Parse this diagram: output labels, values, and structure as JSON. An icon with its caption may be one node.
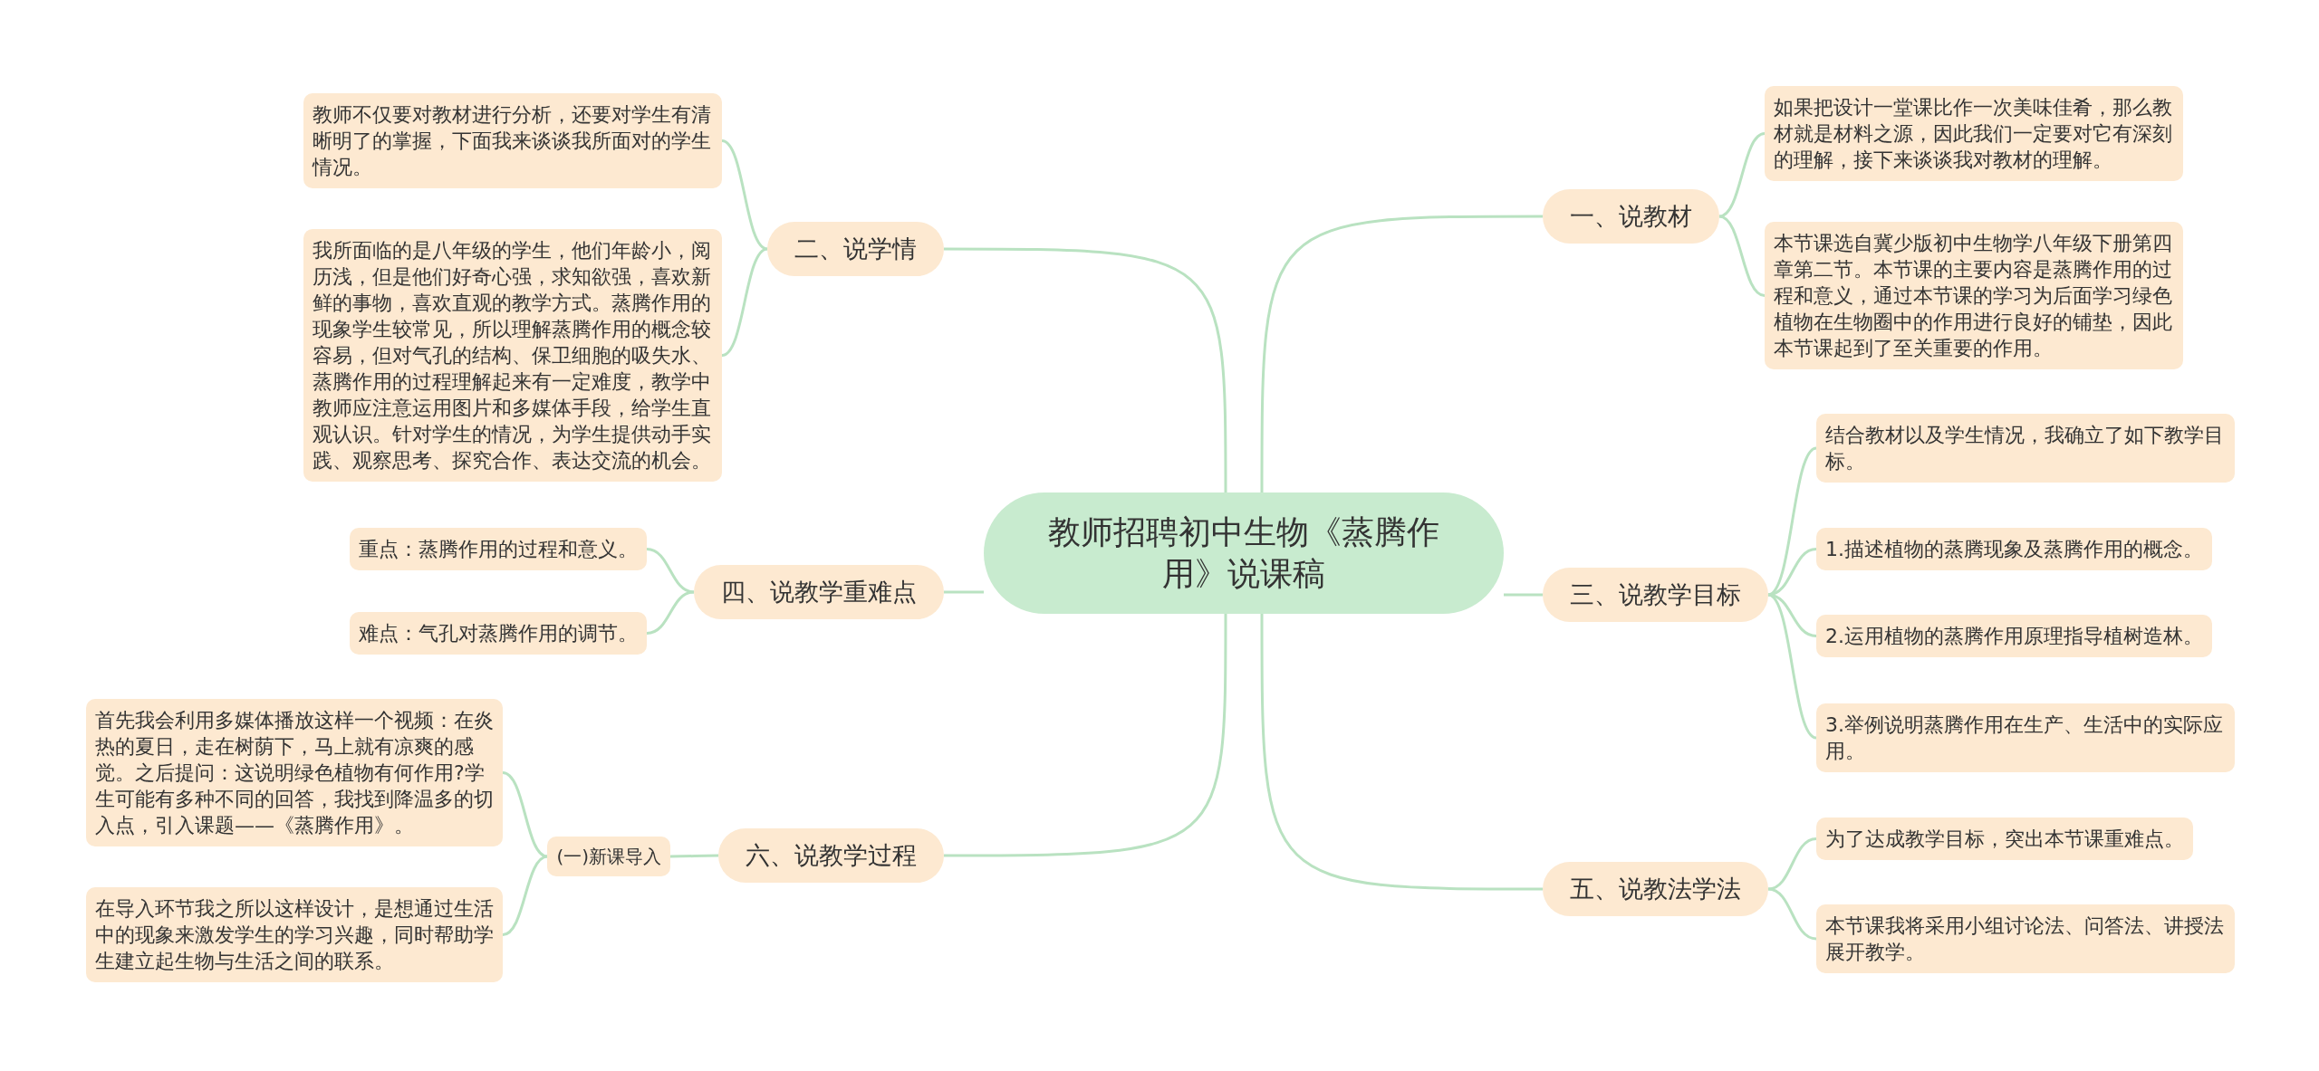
{
  "diagram": {
    "nodes": [
      {
        "text": [
          "教师招聘初中生物《蒸腾作用》说课稿"
        ]
      },
      {
        "text": [
          "一、说教材"
        ]
      },
      {
        "text": [
          "如果把设计一堂课比作一次美味佳肴，那么教材就是材料之源，因此我们一定要对它有深刻的理解，接下来谈谈我对教材的理解。"
        ]
      },
      {
        "text": [
          "本节课选自冀少版初中生物学八年级下册第四章第二节。本节课的主要内容是蒸腾作用的过程和意义，通过本节课的学习为后面学习绿色植物在生物圈中的作用进行良好的铺垫，因此本节课起到了至关重要的作用。"
        ]
      },
      {
        "text": [
          "二、说学情"
        ]
      },
      {
        "text": [
          "教师不仅要对教材进行分析，还要对学生有清晰明了的掌握，下面我来谈谈我所面对的学生情况。"
        ]
      },
      {
        "text": [
          "我所面临的是八年级的学生，他们年龄小，阅历浅，但是他们好奇心强，求知欲强，喜欢新鲜的事物，喜欢直观的教学方式。蒸腾作用的现象学生较常见，所以理解蒸腾作用的概念较容易，但对气孔的结构、保卫细胞的吸失水、蒸腾作用的过程理解起来有一定难度，教学中教师应注意运用图片和多媒体手段，给学生直观认识。针对学生的情况，为学生提供动手实践、观察思考、探究合作、表达交流的机会。"
        ]
      },
      {
        "text": [
          "三、说教学目标"
        ]
      },
      {
        "text": [
          "结合教材以及学生情况，我确立了如下教学目标。"
        ]
      },
      {
        "text": [
          "1.描述植物的蒸腾现象及蒸腾作用的概念。"
        ]
      },
      {
        "text": [
          "2.运用植物的蒸腾作用原理指导植树造林。"
        ]
      },
      {
        "text": [
          "3.举例说明蒸腾作用在生产、生活中的实际应用。"
        ]
      },
      {
        "text": [
          "四、说教学重难点"
        ]
      },
      {
        "text": [
          "重点：蒸腾作用的过程和意义。"
        ]
      },
      {
        "text": [
          "难点：气孔对蒸腾作用的调节。"
        ]
      },
      {
        "text": [
          "五、说教法学法"
        ]
      },
      {
        "text": [
          "为了达成教学目标，突出本节课重难点。"
        ]
      },
      {
        "text": [
          "本节课我将采用小组讨论法、问答法、讲授法展开教学。"
        ]
      },
      {
        "text": [
          "六、说教学过程"
        ]
      },
      {
        "text": [
          "(一)新课导入"
        ]
      },
      {
        "text": [
          "首先我会利用多媒体播放这样一个视频：在炎热的夏日，走在树荫下，马上就有凉爽的感觉。之后提问：这说明绿色植物有何作用?学生可能有多种不同的回答，我找到降温多的切入点，引入课题——《蒸腾作用》。"
        ]
      },
      {
        "text": [
          "在导入环节我之所以这样设计，是想通过生活中的现象来激发学生的学习兴趣，同时帮助学生建立起生物与生活之间的联系。"
        ]
      }
    ],
    "edges": [
      {
        "from": 0,
        "to": 1,
        "arrow": "none"
      },
      {
        "from": 1,
        "to": 2,
        "arrow": "none"
      },
      {
        "from": 1,
        "to": 3,
        "arrow": "none"
      },
      {
        "from": 0,
        "to": 4,
        "arrow": "none"
      },
      {
        "from": 4,
        "to": 5,
        "arrow": "none"
      },
      {
        "from": 4,
        "to": 6,
        "arrow": "none"
      },
      {
        "from": 0,
        "to": 7,
        "arrow": "none"
      },
      {
        "from": 7,
        "to": 8,
        "arrow": "none"
      },
      {
        "from": 7,
        "to": 9,
        "arrow": "none"
      },
      {
        "from": 7,
        "to": 10,
        "arrow": "none"
      },
      {
        "from": 7,
        "to": 11,
        "arrow": "none"
      },
      {
        "from": 0,
        "to": 12,
        "arrow": "none"
      },
      {
        "from": 12,
        "to": 13,
        "arrow": "none"
      },
      {
        "from": 12,
        "to": 14,
        "arrow": "none"
      },
      {
        "from": 0,
        "to": 15,
        "arrow": "none"
      },
      {
        "from": 15,
        "to": 16,
        "arrow": "none"
      },
      {
        "from": 15,
        "to": 17,
        "arrow": "none"
      },
      {
        "from": 0,
        "to": 18,
        "arrow": "none"
      },
      {
        "from": 18,
        "to": 19,
        "arrow": "none"
      },
      {
        "from": 19,
        "to": 20,
        "arrow": "none"
      },
      {
        "from": 19,
        "to": 21,
        "arrow": "none"
      }
    ]
  }
}
